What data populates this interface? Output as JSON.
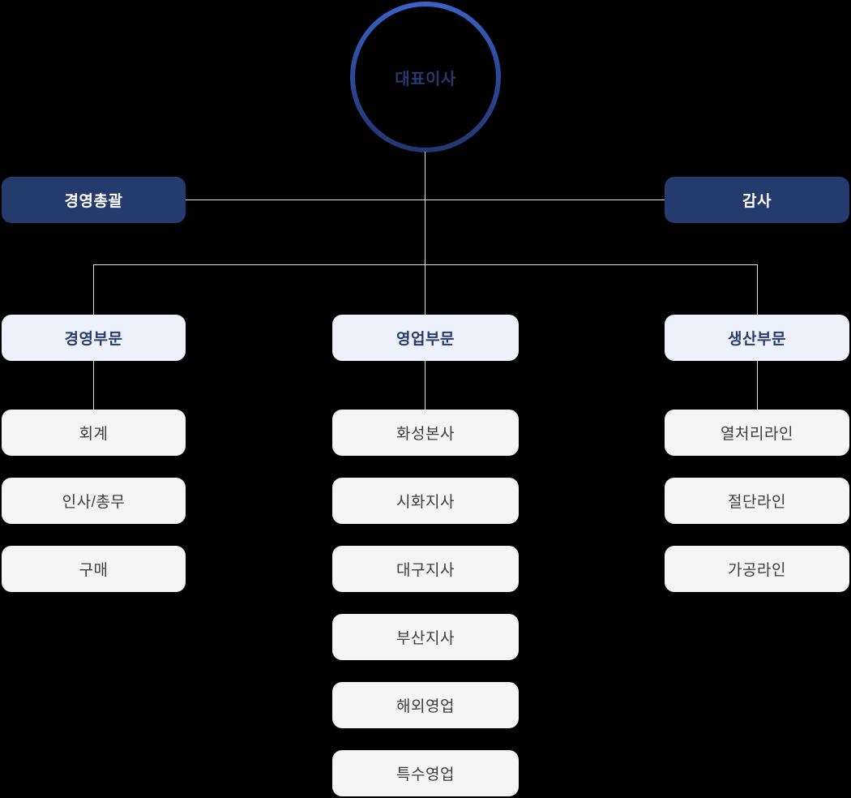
{
  "org": {
    "root": {
      "label": "대표이사"
    },
    "staff": [
      {
        "label": "경영총괄"
      },
      {
        "label": "감사"
      }
    ],
    "divisions": [
      {
        "label": "경영부문",
        "children": [
          "회계",
          "인사/총무",
          "구매"
        ]
      },
      {
        "label": "영업부문",
        "children": [
          "화성본사",
          "시화지사",
          "대구지사",
          "부산지사",
          "해외영업",
          "특수영업"
        ]
      },
      {
        "label": "생산부문",
        "children": [
          "열처리라인",
          "절단라인",
          "가공라인"
        ]
      }
    ]
  },
  "colors": {
    "background": "#000000",
    "ring_gradient_top": "#3c62c6",
    "ring_gradient_bottom": "#25356e",
    "staff_box": "#253a6d",
    "staff_text": "#ffffff",
    "division_box": "#eef1fc",
    "division_text": "#283c6e",
    "child_box": "#f5f5f5",
    "child_text": "#3d3d3d",
    "connector_line": "#e3e3e3",
    "ceo_text": "#243a6e"
  }
}
